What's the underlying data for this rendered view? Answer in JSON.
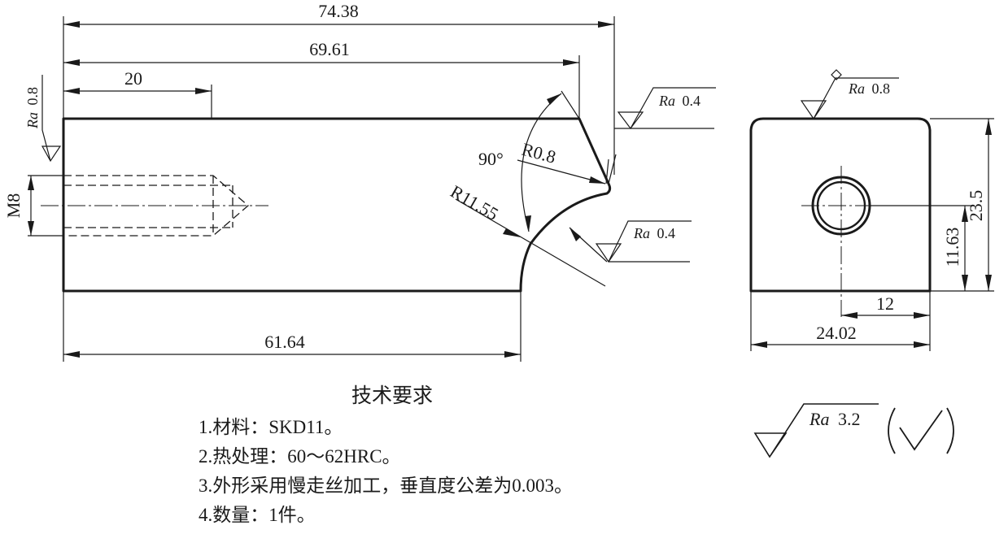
{
  "front_view": {
    "dims": {
      "overall_length": "74.38",
      "top_length": "69.61",
      "hole_depth": "20",
      "bottom_length": "61.64",
      "thread": "M8",
      "angle": "90°",
      "fillet_small": "R0.8",
      "fillet_large": "R11.55"
    },
    "roughness": {
      "left_face": {
        "symbol": "Ra",
        "value": "0.8"
      },
      "upper_tip": {
        "symbol": "Ra",
        "value": "0.4"
      },
      "arc_face": {
        "symbol": "Ra",
        "value": "0.4"
      }
    }
  },
  "side_view": {
    "dims": {
      "height": "23.5",
      "hole_height": "11.63",
      "hole_offset": "12",
      "width": "24.02"
    },
    "roughness": {
      "top_face": {
        "symbol": "Ra",
        "value": "0.8"
      }
    }
  },
  "general_roughness": {
    "symbol": "Ra",
    "value": "3.2"
  },
  "notes": {
    "title": "技术要求",
    "items": [
      "1.材料：SKD11。",
      "2.热处理：60～62HRC。",
      "3.外形采用慢走丝加工，垂直度公差为0.003。",
      "4.数量：1件。"
    ]
  }
}
